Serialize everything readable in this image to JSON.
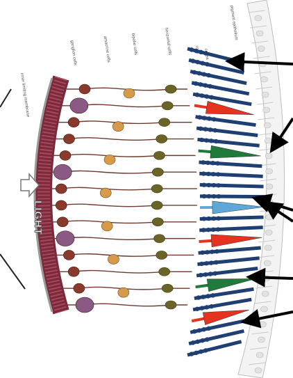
{
  "diagram": {
    "light_label": "LIGHT",
    "layer_labels": [
      "inner limiting membrane",
      "ganglion cells",
      "amacrine cells",
      "bipolar cells",
      "horizontal cells",
      "rods",
      "cones",
      "pigment epithelium"
    ],
    "colors": {
      "rod": "#1f3f73",
      "red_cone": "#e5331f",
      "green_cone": "#1f7a3c",
      "blue_cone": "#5ea8d8",
      "ganglion": "#8a5a85",
      "bipolar": "#6b6427",
      "amacrine": "#d79a4a",
      "membrane": "#7a2a3a",
      "arrow": "#000000"
    },
    "pointer_arrows": 6
  }
}
